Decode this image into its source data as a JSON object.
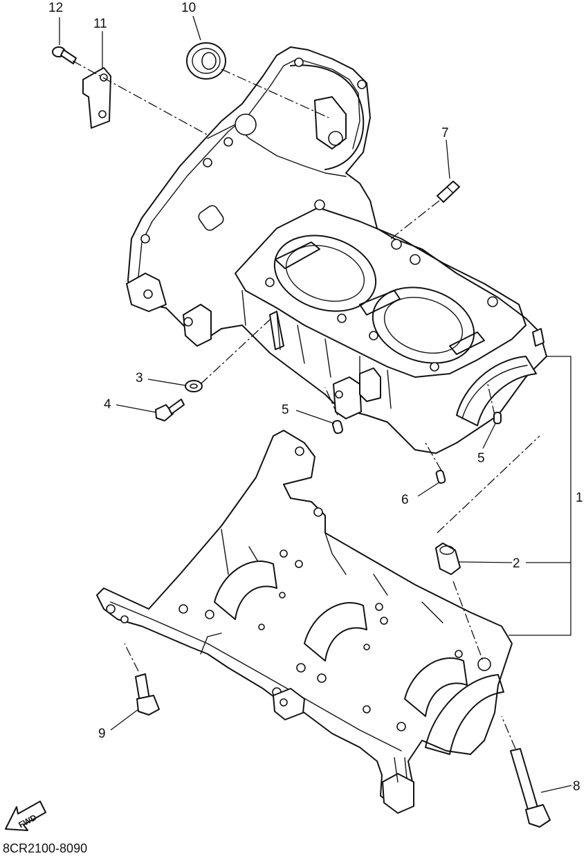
{
  "diagram": {
    "callouts": {
      "c1": "1",
      "c2": "2",
      "c3": "3",
      "c4": "4",
      "c5a": "5",
      "c5b": "5",
      "c6": "6",
      "c7": "7",
      "c8": "8",
      "c9": "9",
      "c10": "10",
      "c11": "11",
      "c12": "12"
    },
    "fwd_label": "FWD",
    "drawing_code": "8CR2100-8090"
  }
}
